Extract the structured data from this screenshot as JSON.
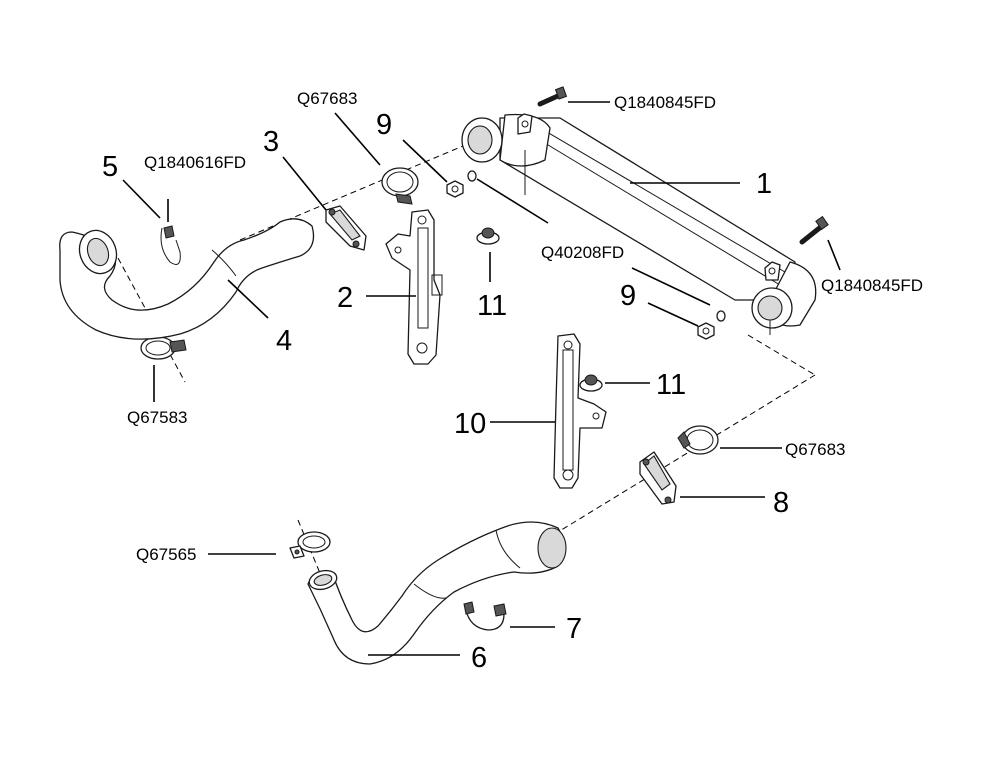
{
  "callouts": {
    "n1": "1",
    "n2": "2",
    "n3": "3",
    "n4": "4",
    "n5": "5",
    "n6": "6",
    "n7": "7",
    "n8": "8",
    "n9a": "9",
    "n9b": "9",
    "n10": "10",
    "n11a": "11",
    "n11b": "11"
  },
  "codes": {
    "bolt_top": "Q1840845FD",
    "bolt_right": "Q1840845FD",
    "clamp_top": "Q67683",
    "clamp_right": "Q67683",
    "screw_hose4": "Q1840616FD",
    "clamp_hose4": "Q67583",
    "washer": "Q40208FD",
    "clamp_hose6": "Q67565"
  }
}
